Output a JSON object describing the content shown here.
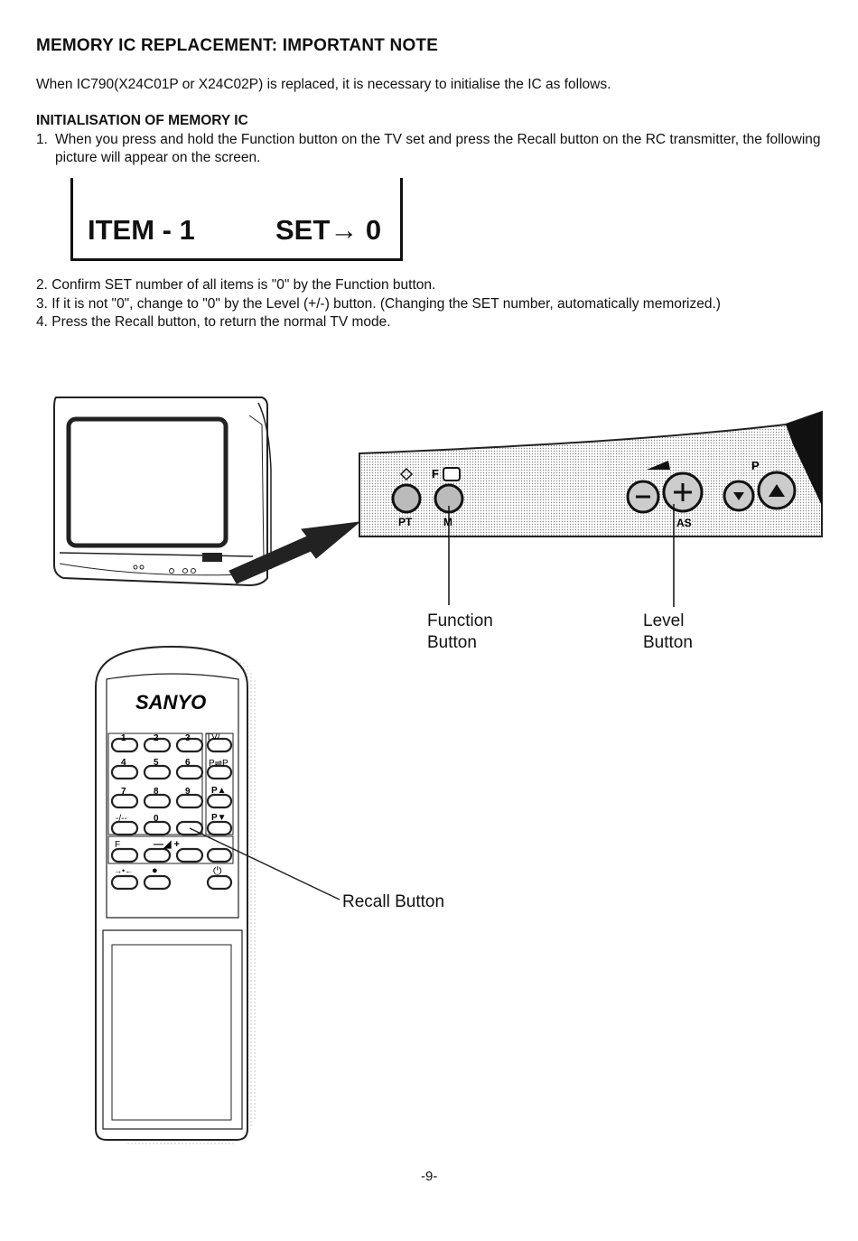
{
  "header": {
    "title": "MEMORY IC REPLACEMENT: IMPORTANT NOTE",
    "intro": "When IC790(X24C01P or X24C02P) is replaced, it is necessary to initialise the IC as follows."
  },
  "section": {
    "heading": "INITIALISATION OF MEMORY IC",
    "step1_num": "1.",
    "step1_text": "When you press and hold the Function button on the TV set and press the Recall button on the RC transmitter, the following picture will appear on the screen.",
    "steps": [
      "2. Confirm SET number of all items is \"0\" by the Function button.",
      "3. If it is not \"0\", change to \"0\" by the Level (+/-) button. (Changing the SET number, automatically memorized.)",
      "4. Press the Recall button,  to return the normal TV mode."
    ]
  },
  "screen_display": {
    "item": "ITEM - 1",
    "set": "SET→ 0"
  },
  "panel": {
    "pt_label": "PT",
    "m_label": "M",
    "f_label": "F",
    "as_label": "AS",
    "p_label": "P"
  },
  "callouts": {
    "function_line1": "Function",
    "function_line2": "Button",
    "level_line1": "Level",
    "level_line2": "Button",
    "recall": "Recall Button"
  },
  "remote": {
    "brand": "SANYO",
    "keys": [
      "1",
      "2",
      "3",
      "4",
      "5",
      "6",
      "7",
      "8",
      "9",
      "-/--",
      "0"
    ],
    "side_labels": [
      "TV/",
      "P⇌P",
      "P▲",
      "P▼"
    ],
    "row5": [
      "F",
      "—◢ +"
    ],
    "row6": [
      "→•←",
      "●",
      "⏻"
    ]
  },
  "footer": {
    "page": "-9-"
  }
}
